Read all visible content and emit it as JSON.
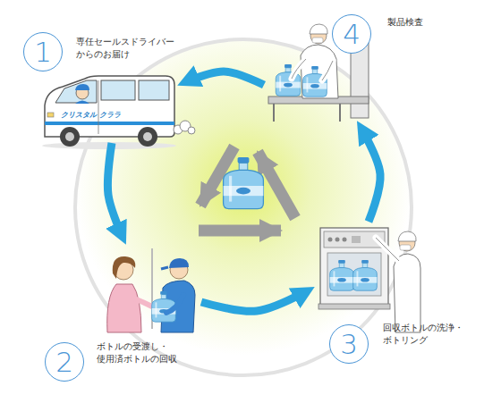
{
  "diagram": {
    "nodes": [
      {
        "text": [
          "1",
          "専任セールスドライバー からのお届け"
        ]
      },
      {
        "text": [
          "2",
          "ボトルの受渡し・ 使用済ボトルの回収"
        ]
      },
      {
        "text": [
          "3",
          "回収ボトルの洗浄・ ボトリング"
        ]
      },
      {
        "text": [
          "4",
          "製品検査"
        ]
      }
    ],
    "edges": [
      {
        "from": 0,
        "to": 1,
        "arrow": "to"
      },
      {
        "from": 1,
        "to": 2,
        "arrow": "to"
      },
      {
        "from": 2,
        "to": 3,
        "arrow": "to"
      },
      {
        "from": 3,
        "to": 0,
        "arrow": "to"
      }
    ],
    "labels": [
      "クリスタル クララ"
    ]
  }
}
